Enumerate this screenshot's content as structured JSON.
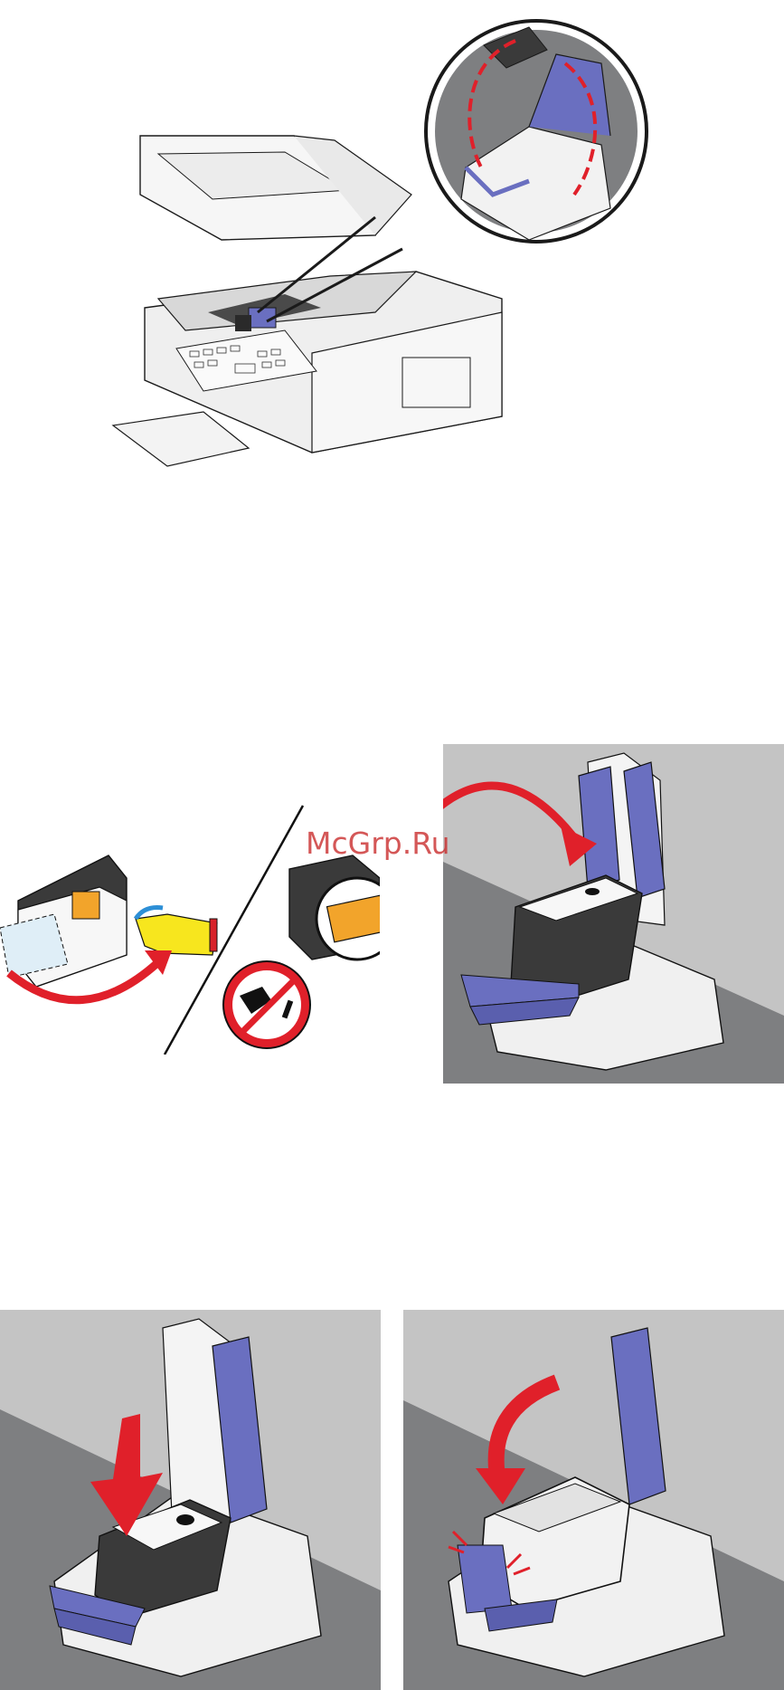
{
  "watermark": {
    "text": "McGrp.Ru"
  },
  "colors": {
    "arrow_red": "#e0202a",
    "latch_blue": "#6a6fc0",
    "panel_light_gray": "#c4c4c4",
    "panel_dark_gray": "#7e7f81",
    "outline": "#1a1a1a"
  },
  "figures": [
    {
      "name": "printer-open-step-1",
      "icon": "printer-with-carrier-latch-detail"
    },
    {
      "name": "cartridge-tape-removal-step-2",
      "icon": "remove-tape-do-not-touch-contacts"
    },
    {
      "name": "cartridge-insert-step-3",
      "icon": "cartridge-into-carrier"
    },
    {
      "name": "cartridge-press-step-4",
      "icon": "press-cartridge-down"
    },
    {
      "name": "latch-close-step-5",
      "icon": "close-carrier-lid"
    }
  ]
}
